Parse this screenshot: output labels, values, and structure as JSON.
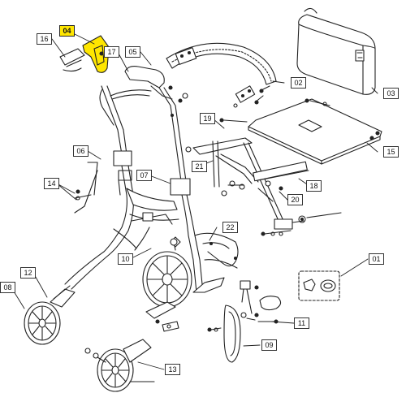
{
  "diagram": {
    "highlighted_part": "04",
    "highlight_color": "#ffe600",
    "line_color": "#222222",
    "callouts": [
      {
        "id": "c01",
        "label": "01"
      },
      {
        "id": "c02",
        "label": "02"
      },
      {
        "id": "c03",
        "label": "03"
      },
      {
        "id": "c04",
        "label": "04"
      },
      {
        "id": "c05",
        "label": "05"
      },
      {
        "id": "c06",
        "label": "06"
      },
      {
        "id": "c07",
        "label": "07"
      },
      {
        "id": "c08",
        "label": "08"
      },
      {
        "id": "c09",
        "label": "09"
      },
      {
        "id": "c10",
        "label": "10"
      },
      {
        "id": "c11",
        "label": "11"
      },
      {
        "id": "c12",
        "label": "12"
      },
      {
        "id": "c13",
        "label": "13"
      },
      {
        "id": "c14",
        "label": "14"
      },
      {
        "id": "c15",
        "label": "15"
      },
      {
        "id": "c16",
        "label": "16"
      },
      {
        "id": "c17",
        "label": "17"
      },
      {
        "id": "c18",
        "label": "18"
      },
      {
        "id": "c19",
        "label": "19"
      },
      {
        "id": "c20",
        "label": "20"
      },
      {
        "id": "c21",
        "label": "21"
      },
      {
        "id": "c22",
        "label": "22"
      }
    ]
  }
}
